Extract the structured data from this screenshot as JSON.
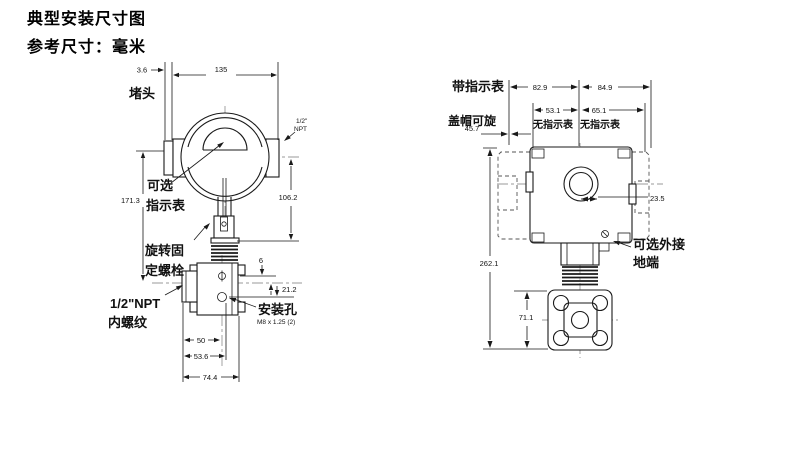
{
  "title": {
    "line1": "典型安装尺寸图",
    "line2": "参考尺寸：毫米"
  },
  "front_view": {
    "labels": {
      "plug": "堵头",
      "npt_conduit_line1": "1/2\"",
      "npt_conduit_line2": "NPT",
      "optional_indicator_line1": "可选",
      "optional_indicator_line2": "指示表",
      "rotation_lock_bolt_line1": "旋转固",
      "rotation_lock_bolt_line2": "定螺栓",
      "npt_female_line1": "1/2\"NPT",
      "npt_female_line2": "内螺纹",
      "mounting_hole": "安装孔",
      "mounting_hole_spec": "M8 x 1.25 (2)"
    },
    "dimensions": {
      "plug_width": "3.6",
      "overall_width": "135",
      "overall_height": "171.3",
      "center_to_neck": "106.2",
      "hole_offset": "6",
      "hole_spacing": "21.2",
      "port_to_center": "50",
      "body_depth": "53.6",
      "overall_depth": "74.4"
    }
  },
  "side_view": {
    "labels": {
      "with_indicator": "带指示表",
      "cap_rotation": "盖帽可旋",
      "no_indicator_left": "无指示表",
      "no_indicator_right": "无指示表",
      "ground_line1": "可选外接",
      "ground_line2": "地端"
    },
    "dimensions": {
      "left_width_with_indicator": "82.9",
      "right_width_with_indicator": "84.9",
      "left_width_no_indicator": "53.1",
      "right_width_no_indicator": "65.1",
      "cap_clearance": "45.7",
      "conduit_offset": "23.5",
      "overall_height": "262.1",
      "flange_height": "71.1"
    }
  }
}
